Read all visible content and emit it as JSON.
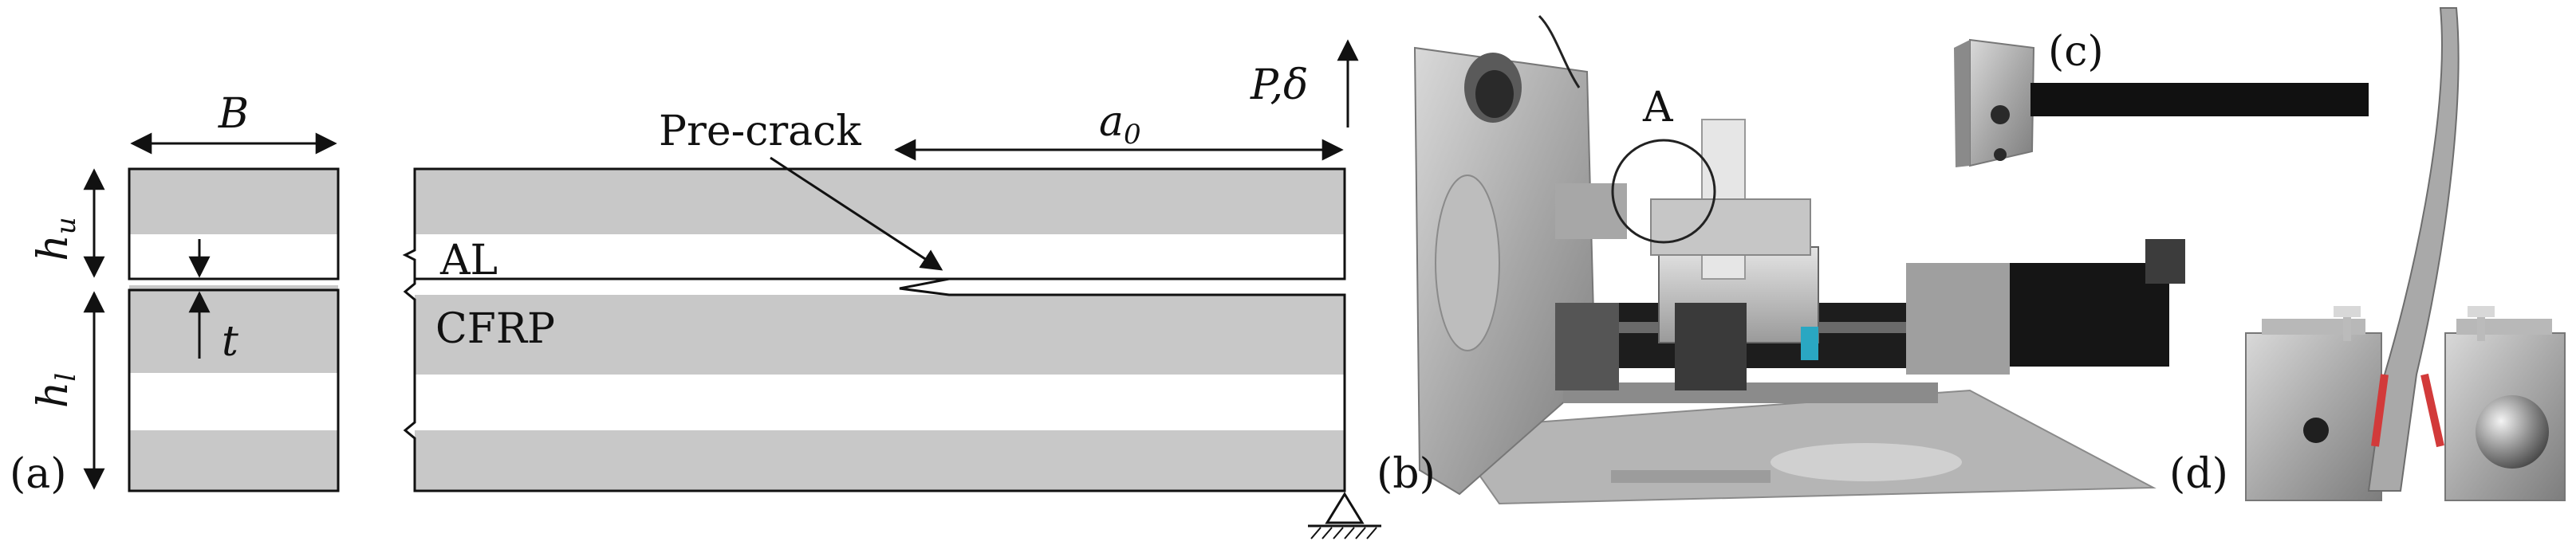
{
  "cross_section": {
    "width_label": "B",
    "upper_height_label": "h",
    "upper_height_sub": "u",
    "lower_height_label": "h",
    "lower_height_sub": "l",
    "thickness_label": "t",
    "panel_label": "(a)"
  },
  "side_view": {
    "load_label": "P,δ",
    "crack_length_label": "a",
    "crack_length_sub": "0",
    "precrack_label": "Pre-crack",
    "adhesive_label": "AL",
    "composite_label": "CFRP"
  },
  "photos": {
    "machine_label": "(b)",
    "detail_marker": "A",
    "grip_label": "(c)",
    "specimen_label": "(d)"
  },
  "colors": {
    "ply_gray": "#c8c8c8",
    "line": "#111111"
  }
}
